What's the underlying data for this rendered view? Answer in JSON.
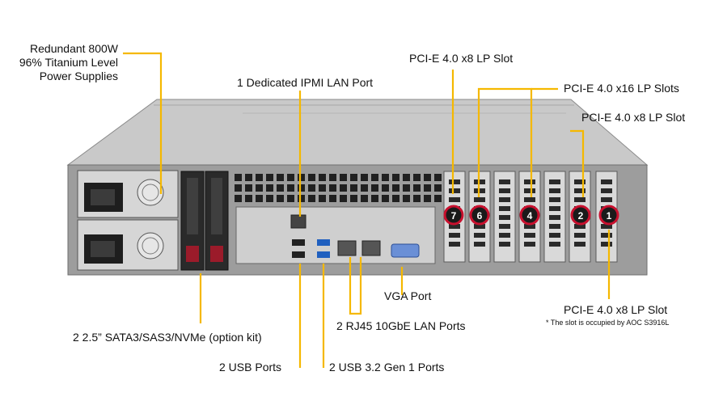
{
  "labels": {
    "psu_line1": "Redundant  800W",
    "psu_line2": "96% Titanium  Level",
    "psu_line3": "Power Supplies",
    "ipmi": "1 Dedicated IPMI  LAN Port",
    "pcie_slot7": "PCI-E 4.0 x8 LP Slot",
    "pcie_x16": "PCI-E 4.0 x16 LP Slots",
    "pcie_slot2": "PCI-E 4.0 x8 LP Slot",
    "pcie_slot1": "PCI-E 4.0 x8 LP Slot",
    "pcie_slot1_note": "* The slot is occupied by AOC S3916L",
    "vga": "VGA Port",
    "rj45": "2 RJ45  10GbE LAN Ports",
    "drives": "2 2.5” SATA3/SAS3/NVMe (option kit)",
    "usb2": "2 USB Ports",
    "usb3": "2 USB 3.2 Gen 1 Ports"
  },
  "slot_numbers": [
    "7",
    "6",
    "4",
    "2",
    "1"
  ],
  "colors": {
    "callout": "#f5b800",
    "slot_badge": "#c8102e",
    "chassis": "#9a9a9a"
  }
}
